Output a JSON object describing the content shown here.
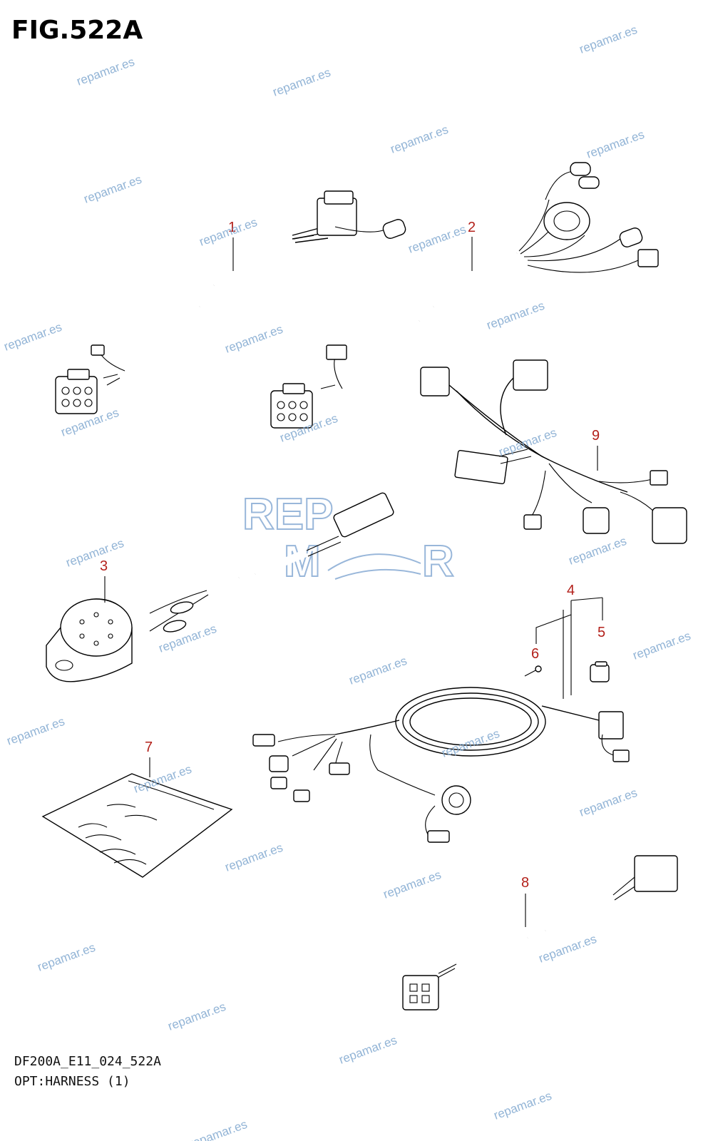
{
  "figure": {
    "title": "FIG.522A",
    "code": "DF200A_E11_024_522A",
    "caption": "OPT:HARNESS (1)"
  },
  "callouts": [
    "1",
    "2",
    "3",
    "4",
    "5",
    "6",
    "7",
    "8",
    "9"
  ],
  "watermark": {
    "text": "repamar.es",
    "logo_top": "REP",
    "logo_bottom_left": "M",
    "logo_bottom_right": "R"
  },
  "colors": {
    "callout": "#b3201a",
    "watermark": "#7fa7cf",
    "line": "#000000"
  }
}
